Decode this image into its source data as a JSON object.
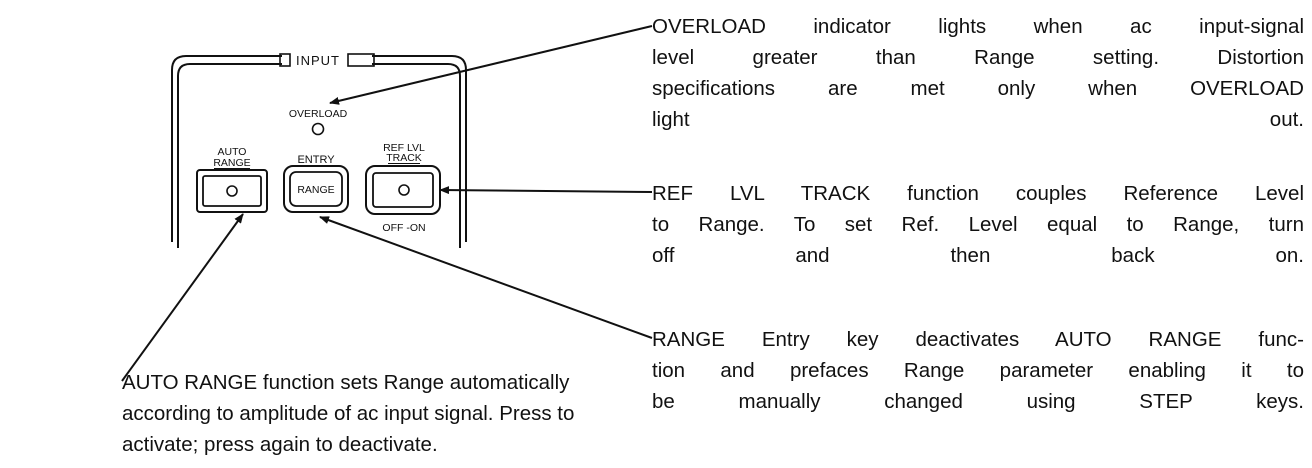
{
  "panel": {
    "section_label": "INPUT",
    "overload_label": "OVERLOAD",
    "auto_range_label_1": "AUTO",
    "auto_range_label_2": "RANGE",
    "entry_label": "ENTRY",
    "range_key_label": "RANGE",
    "ref_lvl_label_1": "REF  LVL",
    "ref_lvl_label_2": "TRACK",
    "off_on_label": "OFF -ON"
  },
  "callouts": {
    "overload": [
      "OVERLOAD indicator lights when ac input-signal",
      "level greater than Range setting. Distortion",
      "specifications are met only when OVERLOAD",
      "light out."
    ],
    "ref_lvl_track": [
      "REF LVL TRACK function couples Reference Level",
      "to Range. To set Ref. Level equal to Range, turn",
      "off and then back on."
    ],
    "range_entry": [
      "RANGE Entry key deactivates AUTO RANGE func-",
      "tion and prefaces Range parameter enabling it to",
      "be manually changed using STEP keys."
    ],
    "auto_range": [
      "AUTO RANGE function sets Range automatically",
      "according to amplitude of ac input signal. Press to",
      "activate; press again to deactivate."
    ]
  }
}
